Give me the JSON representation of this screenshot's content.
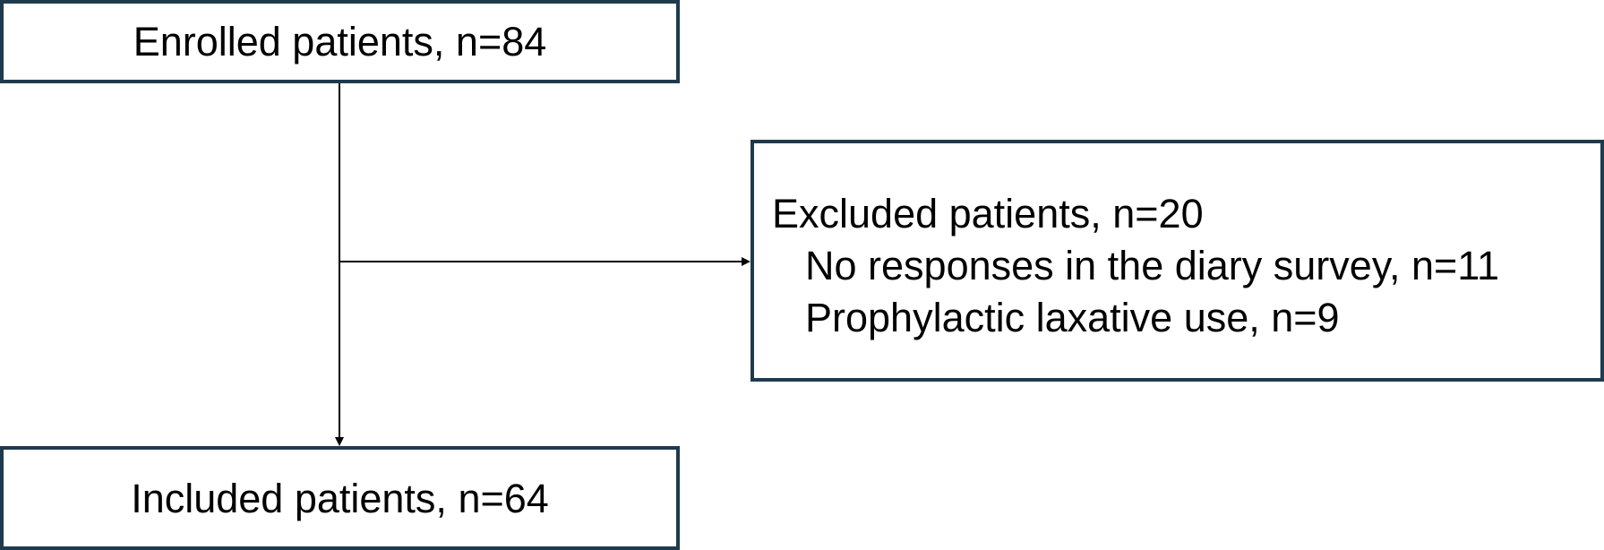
{
  "flowchart": {
    "enrolled": {
      "label": "Enrolled patients, n=84"
    },
    "excluded": {
      "title": "Excluded patients, n=20",
      "reasons": [
        "No responses in the diary survey, n=11",
        "Prophylactic laxative use, n=9"
      ]
    },
    "included": {
      "label": "Included patients, n=64"
    }
  },
  "colors": {
    "box_border": "#1f3a4d",
    "arrow": "#000000",
    "text": "#000000"
  }
}
